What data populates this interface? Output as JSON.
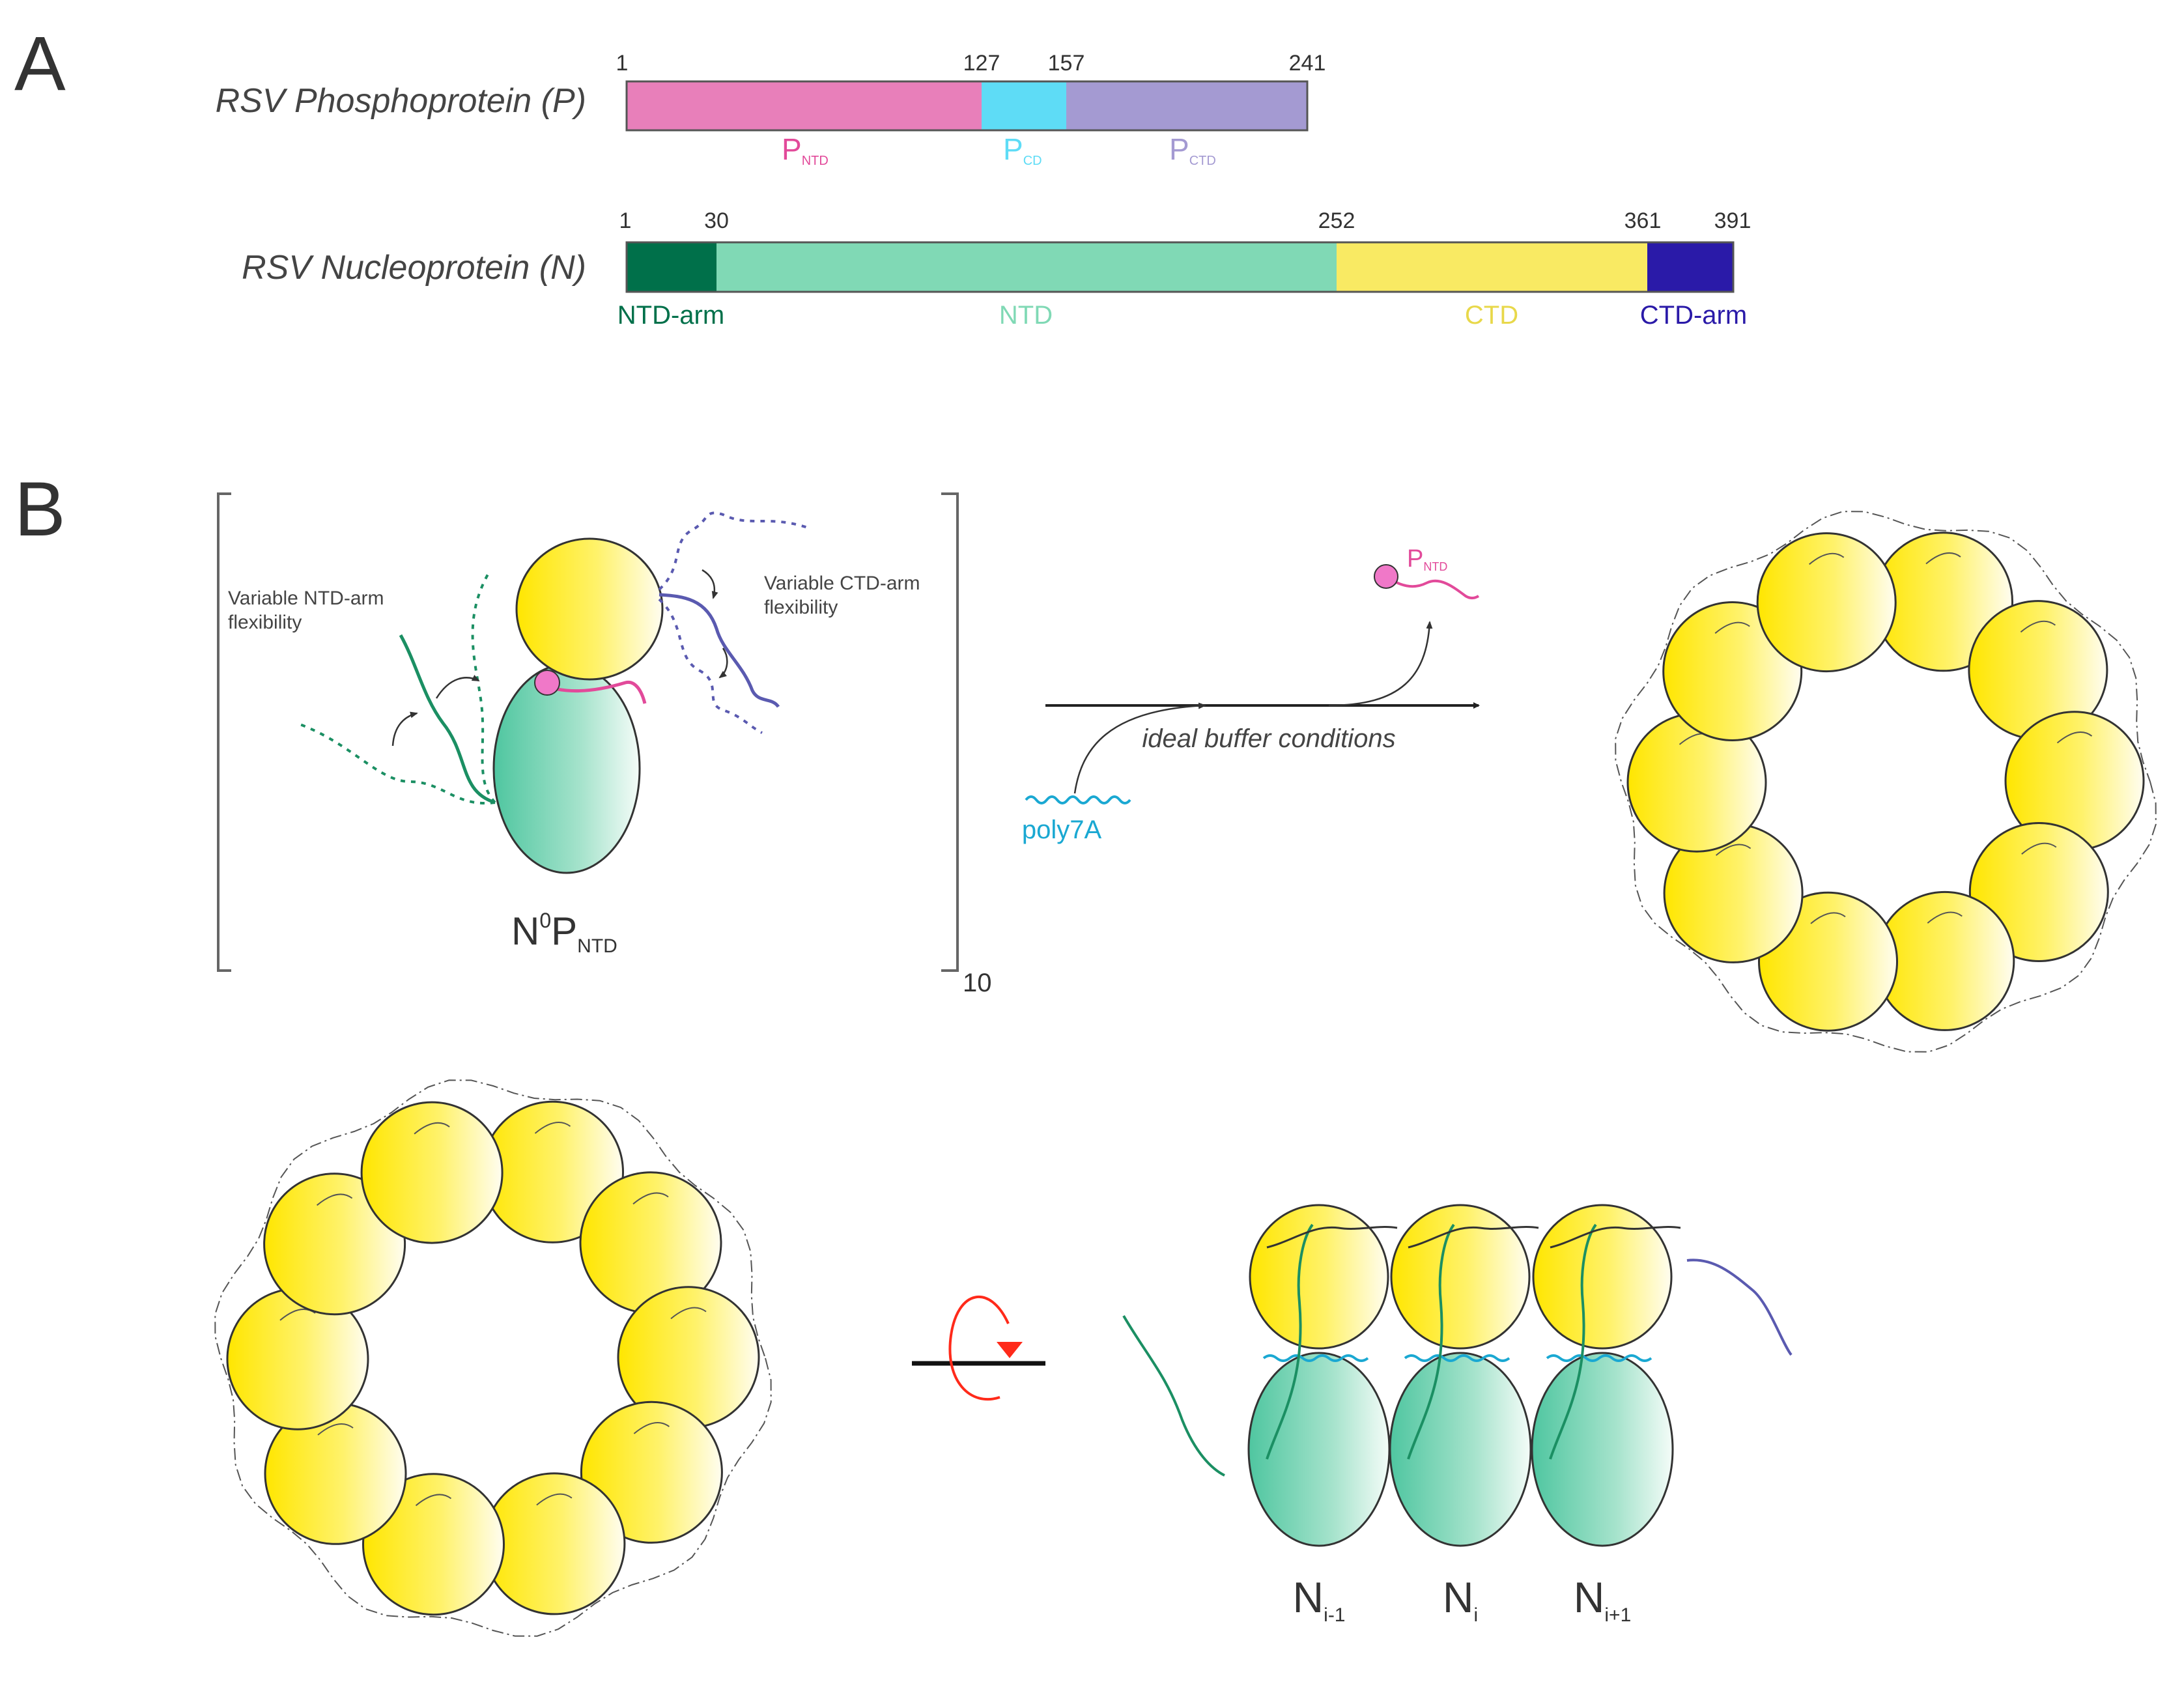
{
  "panels": {
    "a": "A",
    "b": "B"
  },
  "p_protein": {
    "name": "RSV Phosphoprotein (P)",
    "positions": [
      "1",
      "127",
      "157",
      "241"
    ],
    "domains": [
      {
        "label": "P",
        "sub": "NTD",
        "color": "#e87fba"
      },
      {
        "label": "P",
        "sub": "CD",
        "color": "#5edcf6"
      },
      {
        "label": "P",
        "sub": "CTD",
        "color": "#a49ad2"
      }
    ]
  },
  "n_protein": {
    "name": "RSV Nucleoprotein (N)",
    "positions": [
      "1",
      "30",
      "252",
      "361",
      "391"
    ],
    "domains": [
      {
        "label": "NTD-arm",
        "color": "#00704a"
      },
      {
        "label": "NTD",
        "color": "#80d9b5"
      },
      {
        "label": "CTD",
        "color": "#f9ea63"
      },
      {
        "label": "CTD-arm",
        "color": "#2a1aa8"
      }
    ]
  },
  "complex": {
    "ntd_arm_note": [
      "Variable NTD-arm",
      "flexibility"
    ],
    "ctd_arm_note": [
      "Variable CTD-arm",
      "flexibility"
    ],
    "label_main": "N",
    "label_sup": "0",
    "label_p": "P",
    "label_sub": "NTD",
    "multiplier": "10"
  },
  "reaction": {
    "conditions": "ideal buffer conditions",
    "input": "poly7A",
    "released_main": "P",
    "released_sub": "NTD"
  },
  "side_view": {
    "labels": [
      {
        "main": "N",
        "sub": "i-1"
      },
      {
        "main": "N",
        "sub": "i"
      },
      {
        "main": "N",
        "sub": "i+1"
      }
    ]
  },
  "colors": {
    "yellow": "#ffe600",
    "green": "#4fc6a0",
    "pink": "#e24a9a",
    "pink_ball": "#f078c8",
    "cyan": "#1aa8d2",
    "arm_green": "#1b8f63",
    "arm_blue": "#5a5ab0",
    "red": "#ff2a1a"
  }
}
